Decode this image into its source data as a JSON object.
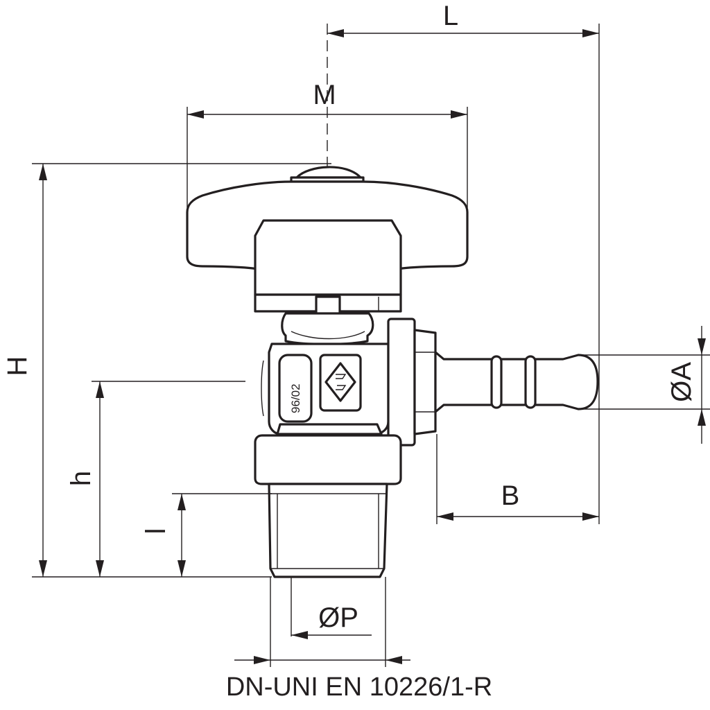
{
  "dimensions": {
    "L": "L",
    "M": "M",
    "H": "H",
    "h": "h",
    "l": "l",
    "B": "B",
    "A": "ØA",
    "P": "ØP"
  },
  "stamp_date": "96/02",
  "caption": "DN-UNI EN 10226/1-R",
  "colors": {
    "line": "#231f20",
    "background": "#ffffff"
  },
  "icons": {
    "logo": "diamond-rs-logo"
  }
}
